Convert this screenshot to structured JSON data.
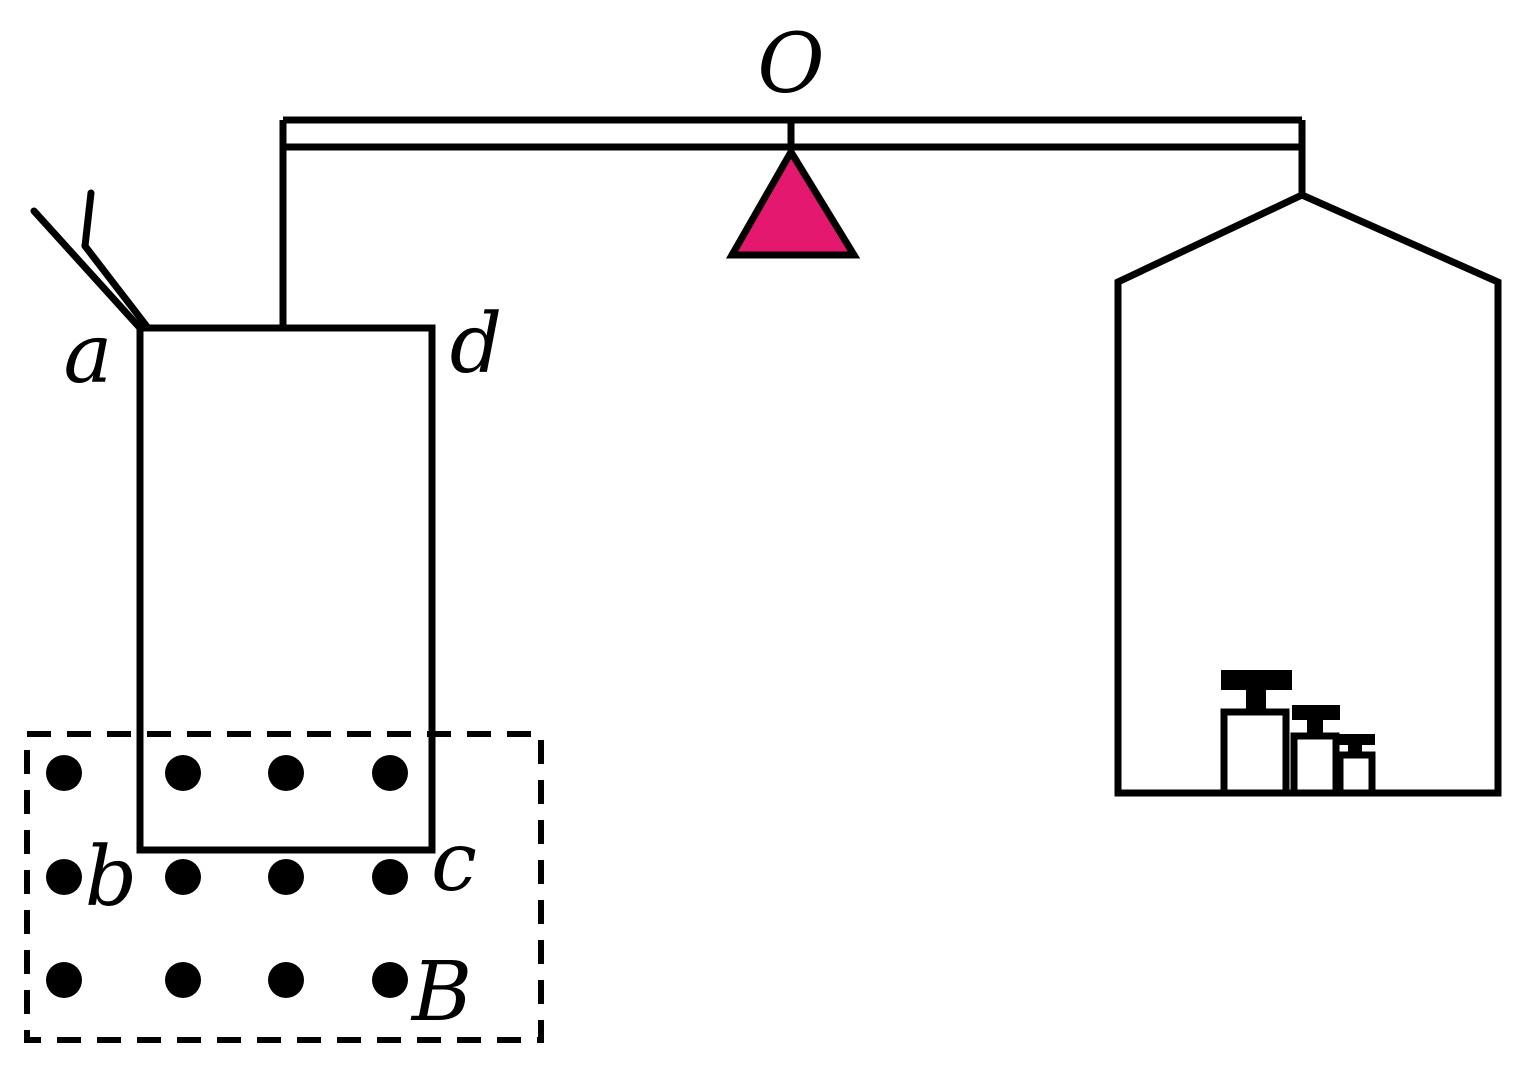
{
  "labels": {
    "pivot": "O",
    "corner_a": "a",
    "corner_b": "b",
    "corner_c": "c",
    "corner_d": "d",
    "field": "B"
  },
  "colors": {
    "stroke": "#000000",
    "fulcrum": "#e5186f",
    "background": "#ffffff"
  },
  "magnetic_field": {
    "direction": "out-of-page",
    "symbol": "dot"
  }
}
